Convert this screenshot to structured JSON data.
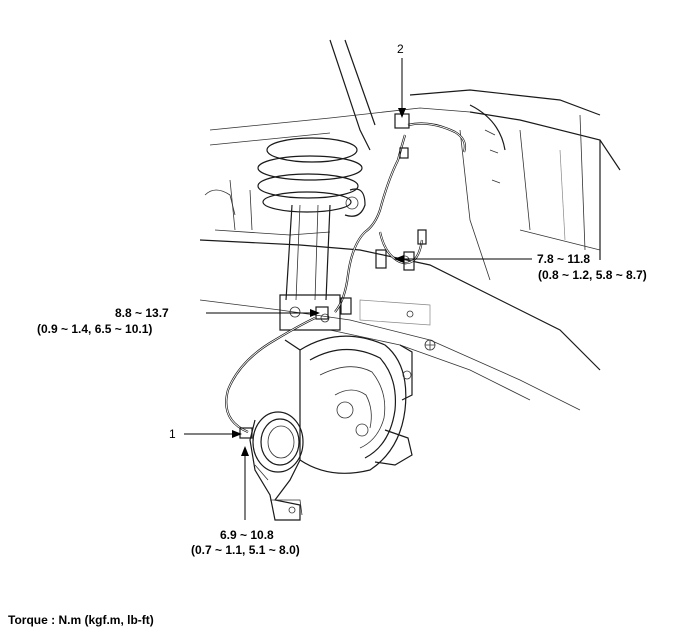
{
  "callouts": {
    "part1": "1",
    "part2": "2"
  },
  "torques": {
    "upper_right": {
      "line1": "7.8 ~ 11.8",
      "line2": "(0.8 ~ 1.2, 5.8 ~ 8.7)"
    },
    "middle_left": {
      "line1": "8.8 ~ 13.7",
      "line2": "(0.9 ~ 1.4, 6.5 ~ 10.1)"
    },
    "bottom": {
      "line1": "6.9 ~ 10.8",
      "line2": "(0.7 ~ 1.1, 5.1 ~ 8.0)"
    }
  },
  "footer": {
    "torque_units": "Torque : N.m (kgf.m, lb-ft)"
  }
}
